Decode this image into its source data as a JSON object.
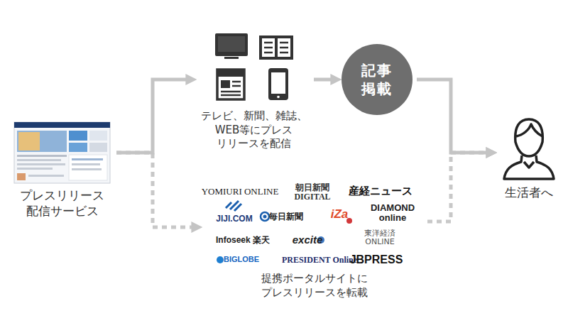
{
  "diagram": {
    "nodes": [
      {
        "text": [
          "プレスリリース 配信サービス"
        ]
      },
      {
        "text": [
          "テレビ、新聞、雑誌、 WEB等にプレス リリースを配信"
        ]
      },
      {
        "text": [
          "記事 掲載"
        ]
      },
      {
        "text": [
          "生活者へ"
        ]
      },
      {
        "text": [
          "提携ポータルサイトに プレスリリースを転載"
        ]
      }
    ],
    "edges": [
      {
        "from": 0,
        "to": 1,
        "arrow": "to"
      },
      {
        "from": 1,
        "to": 2,
        "arrow": "to"
      },
      {
        "from": 2,
        "to": 3,
        "arrow": "to"
      },
      {
        "from": 0,
        "to": 4,
        "arrow": "to"
      },
      {
        "from": 4,
        "to": 3,
        "arrow": "to"
      }
    ],
    "labels": [
      "YOMIURI ONLINE",
      "朝日新聞 DIGITAL",
      "産経ニュース",
      "JIJI.COM",
      "毎日新聞",
      "iZa",
      "DIAMOND online",
      "Infoseek 楽天",
      "excite",
      "東洋経済 ONLINE",
      "BIGLOBE",
      "PRESIDENT Online",
      "JBPRESS"
    ]
  }
}
